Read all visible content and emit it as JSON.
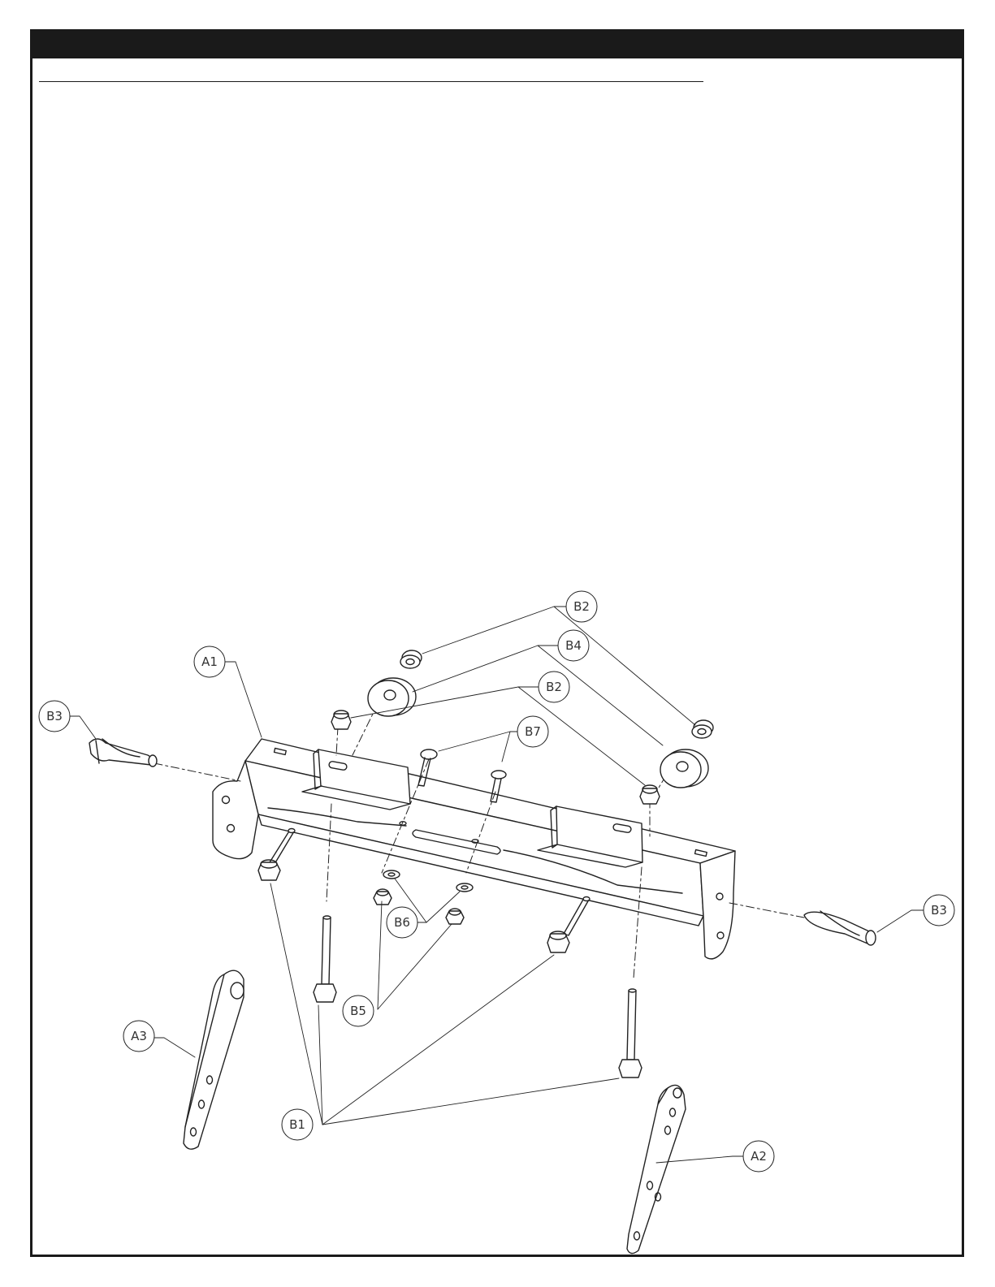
{
  "diagram": {
    "type": "exploded-assembly-drawing",
    "line_color": "#222222",
    "parts": {
      "A1": "A1",
      "A2": "A2",
      "A3": "A3",
      "B1": "B1",
      "B2_top": "B2",
      "B2_mid": "B2",
      "B3_left": "B3",
      "B3_right": "B3",
      "B4": "B4",
      "B5": "B5",
      "B6": "B6",
      "B7": "B7"
    }
  }
}
